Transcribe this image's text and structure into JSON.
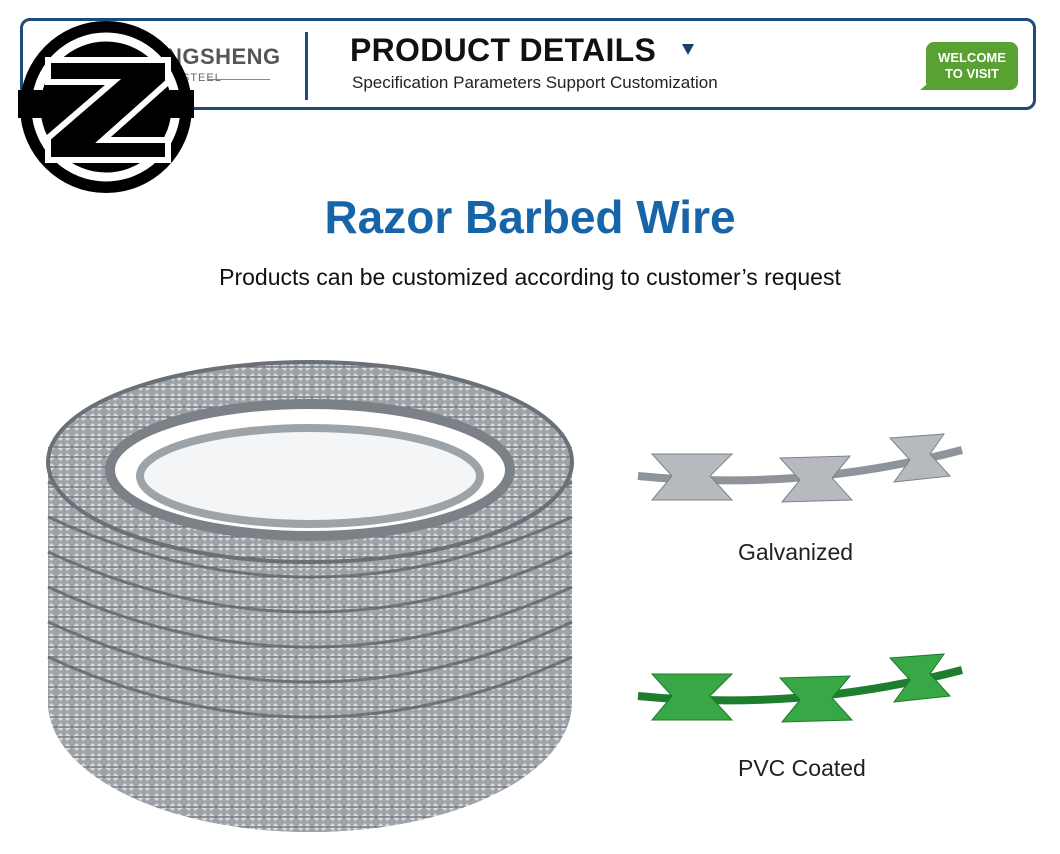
{
  "header": {
    "brand_name": "ZHONGSHENG",
    "brand_sub": "STEEL",
    "title": "PRODUCT DETAILS",
    "subtitle": "Specification Parameters Support Customization",
    "welcome_line1": "WELCOME",
    "welcome_line2": "TO VISIT",
    "accent_color": "#1c4b7c",
    "welcome_color": "#5aa133"
  },
  "main": {
    "title": "Razor Barbed Wire",
    "subtitle": "Products can be customized according to customer’s request",
    "title_color": "#1764a8"
  },
  "variants": [
    {
      "label": "Galvanized",
      "color": "#a9adb1"
    },
    {
      "label": "PVC Coated",
      "color": "#2e9a3c"
    }
  ]
}
